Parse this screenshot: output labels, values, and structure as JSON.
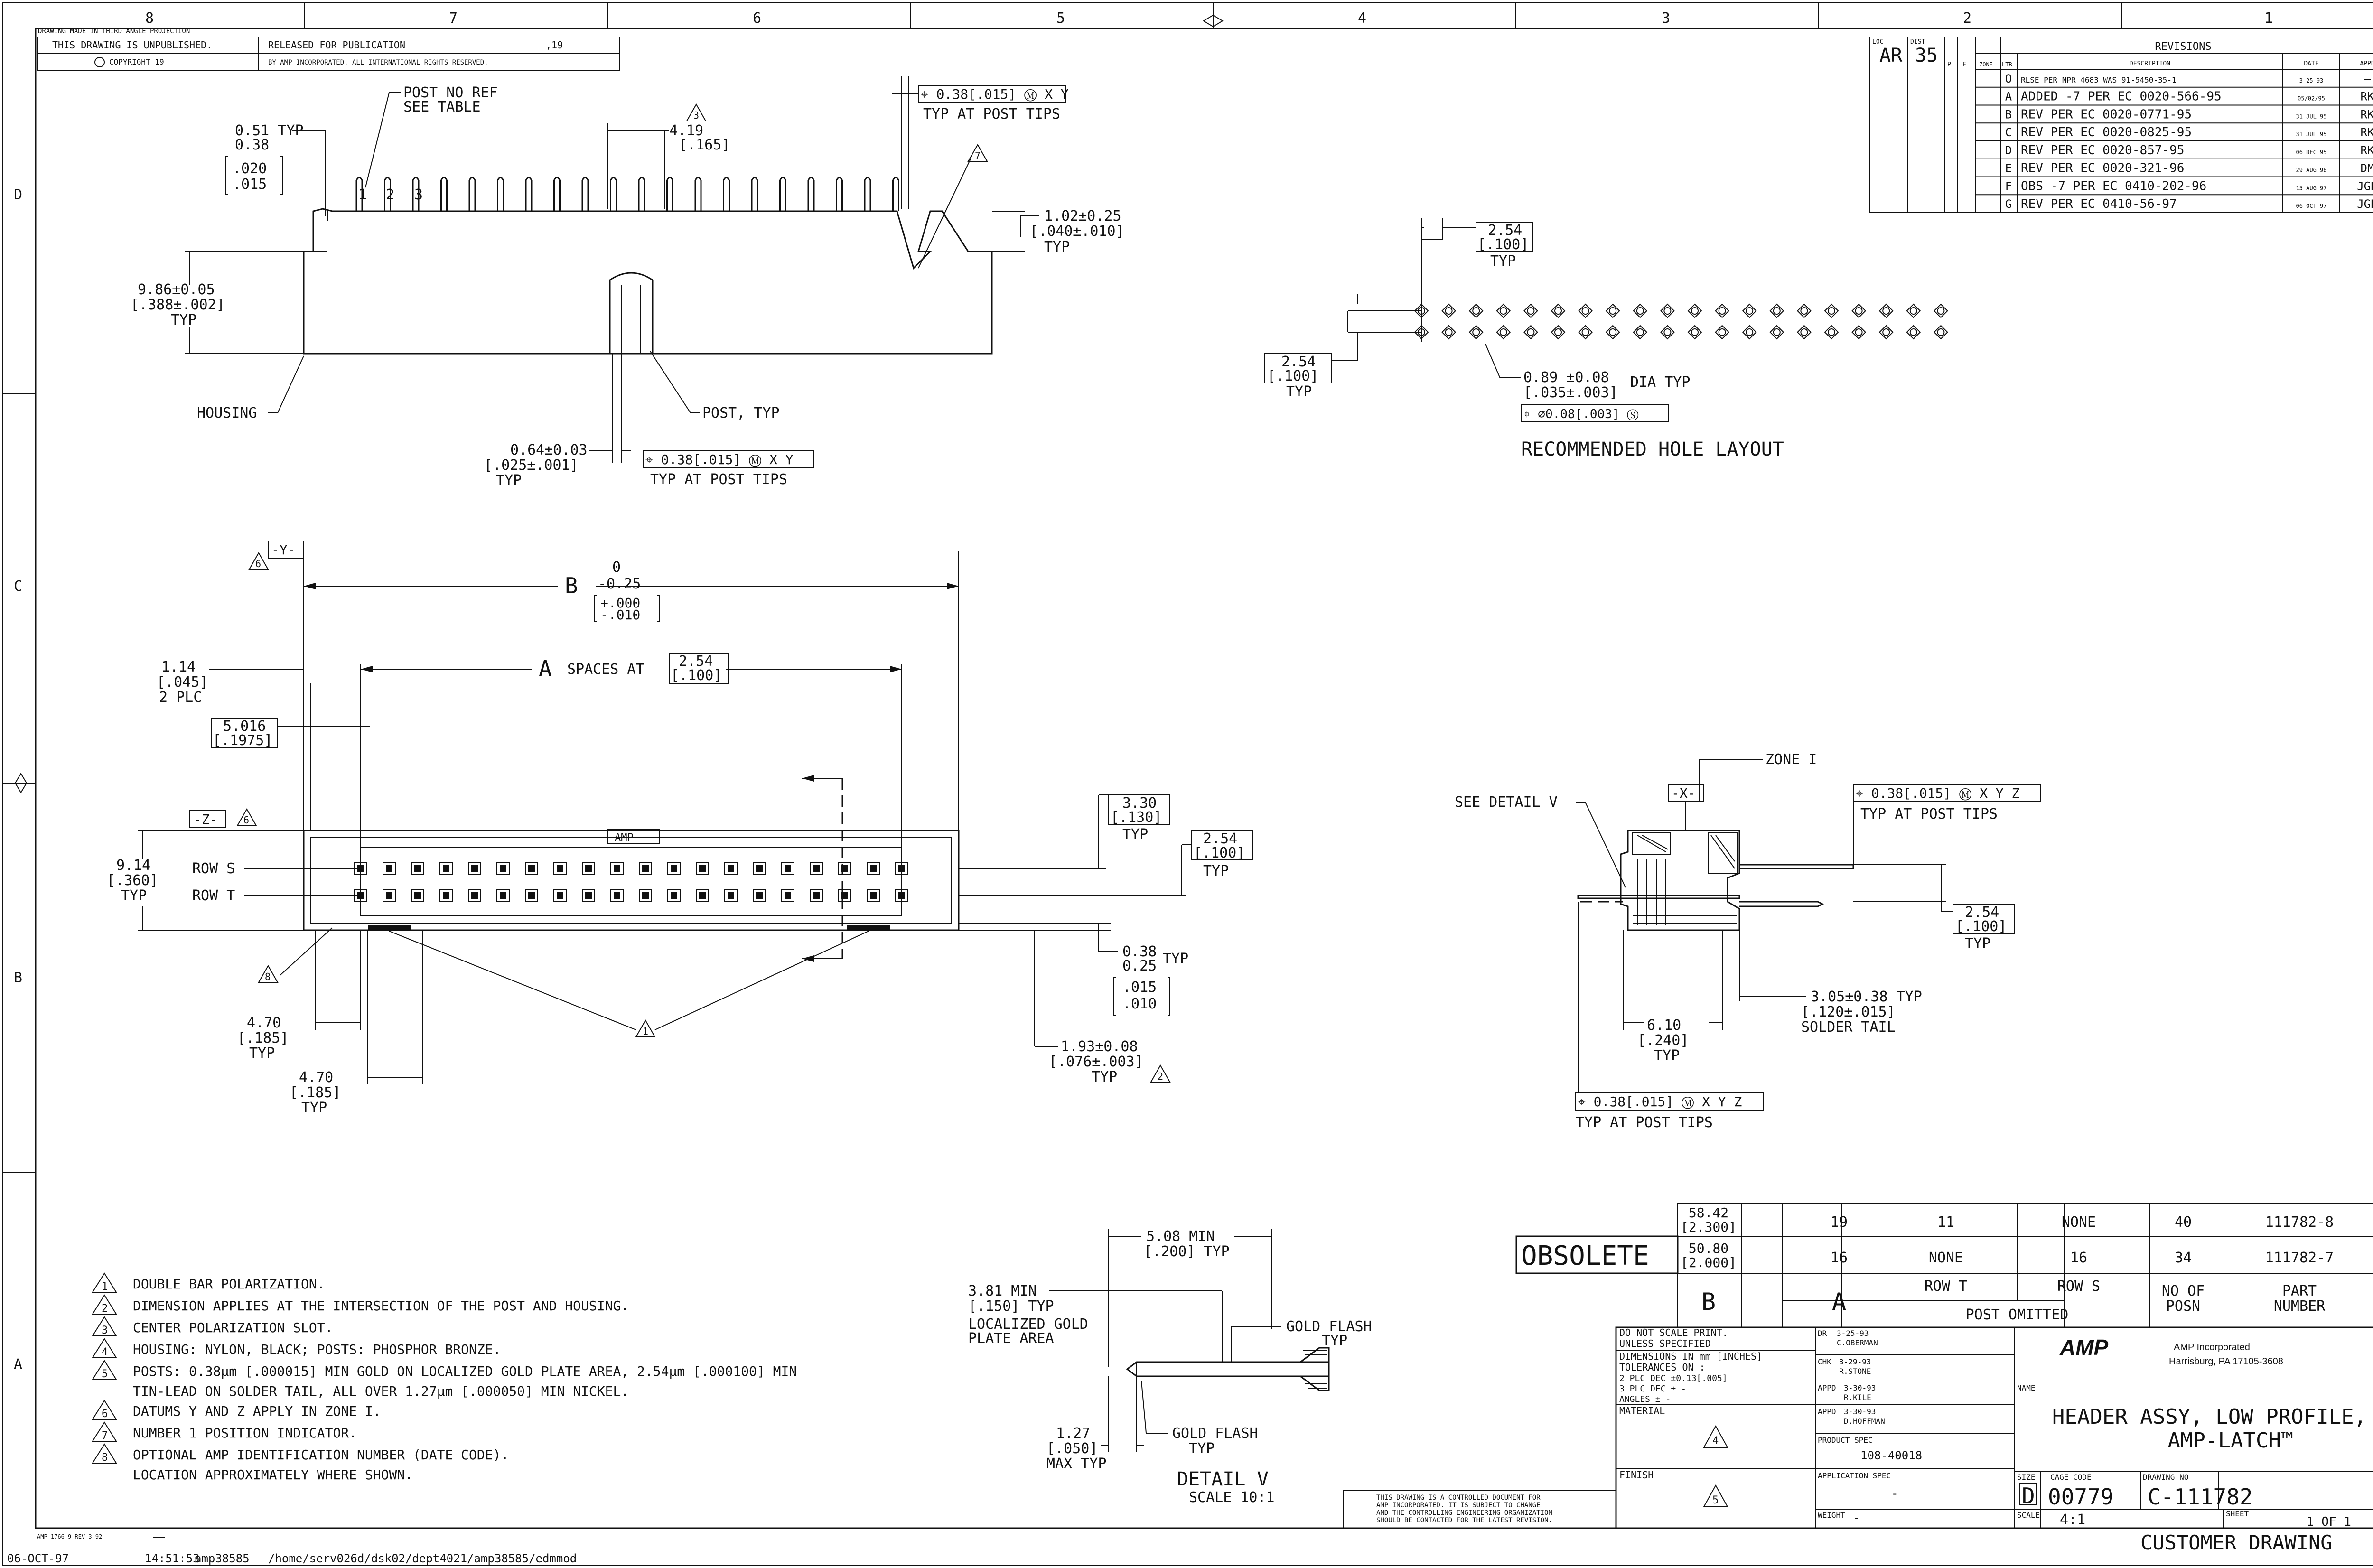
{
  "zones": {
    "top": [
      "8",
      "7",
      "6",
      "5",
      "4",
      "3",
      "2",
      "1"
    ],
    "side": [
      "D",
      "C",
      "B",
      "A"
    ]
  },
  "header": {
    "projection": "DRAWING MADE IN THIRD ANGLE PROJECTION",
    "unpublished": "THIS DRAWING IS UNPUBLISHED.",
    "copyright": "COPYRIGHT 19",
    "released": "RELEASED FOR PUBLICATION",
    "released_year": ",19",
    "rights": "BY AMP INCORPORATED.  ALL INTERNATIONAL RIGHTS RESERVED.",
    "loc_label": "LOC",
    "loc": "AR",
    "dist_label": "DIST",
    "dist": "35",
    "p_label": "P",
    "zone_label": "ZONE",
    "ltr_label": "LTR"
  },
  "revisions": {
    "title": "REVISIONS",
    "col_desc": "DESCRIPTION",
    "col_date": "DATE",
    "col_appd": "APPD",
    "rows": [
      {
        "ltr": "O",
        "desc": "RLSE PER NPR 4683 WAS 91-5450-35-1",
        "date": "3-25-93",
        "appd": "—"
      },
      {
        "ltr": "A",
        "desc": "ADDED -7 PER EC 0020-566-95",
        "date": "05/02/95",
        "appd": "RK"
      },
      {
        "ltr": "B",
        "desc": "REV PER EC 0020-0771-95",
        "date": "31 JUL 95",
        "appd": "RK"
      },
      {
        "ltr": "C",
        "desc": "REV PER EC 0020-0825-95",
        "date": "31 JUL 95",
        "appd": "RK"
      },
      {
        "ltr": "D",
        "desc": "REV PER EC 0020-857-95",
        "date": "06 DEC 95",
        "appd": "RK"
      },
      {
        "ltr": "E",
        "desc": "REV PER EC 0020-321-96",
        "date": "29 AUG 96",
        "appd": "DM"
      },
      {
        "ltr": "F",
        "desc": "OBS -7 PER EC 0410-202-96",
        "date": "15 AUG 97",
        "appd": "JGH"
      },
      {
        "ltr": "G",
        "desc": "REV PER EC 0410-56-97",
        "date": "06 OCT 97",
        "appd": "JGH"
      }
    ]
  },
  "top_view": {
    "post_no_ref": "POST NO REF",
    "see_table": "SEE TABLE",
    "pins": [
      "1",
      "2",
      "3"
    ],
    "d051": "0.51 TYP",
    "d038": "0.38",
    "d051_in": ".020",
    "d038_in": ".015",
    "d419": "4.19",
    "d419_in": "[.165]",
    "gdt": "⌖ 0.38[.015] Ⓜ X Y",
    "typ_tips": "TYP AT POST TIPS",
    "d102": "1.02±0.25",
    "d102_in": "[.040±.010]",
    "typ": "TYP",
    "d986": "9.86±0.05",
    "d986_in": "[.388±.002]",
    "housing": "HOUSING",
    "post_typ": "POST, TYP",
    "d064": "0.64±0.03",
    "d064_in": "[.025±.001]",
    "gdt2": "⌖ 0.38[.015] Ⓜ X Y",
    "typ_tips2": "TYP AT POST TIPS",
    "flag3": "3",
    "flag7": "7"
  },
  "hole_layout": {
    "title": "RECOMMENDED HOLE LAYOUT",
    "d254a": "2.54",
    "d254a_in": "[.100]",
    "d254b": "2.54",
    "d254b_in": "[.100]",
    "typ": "TYP",
    "dia": "0.89 ±0.08",
    "dia_in": "[.035±.003]",
    "dia_typ": "DIA TYP",
    "gdt": "⌖ ⌀0.08[.003] Ⓢ"
  },
  "front_view": {
    "datum_y": "-Y-",
    "datum_z": "-Z-",
    "flag6": "6",
    "flag8": "8",
    "flag1": "1",
    "flag2": "2",
    "b_label": "B",
    "b_tol": "0",
    "b_tol2": "-0.25",
    "b_tol_in1": "+.000",
    "b_tol_in2": "-.010",
    "a_label": "A",
    "spaces_at": "SPACES AT",
    "a_pitch": "2.54",
    "a_pitch_in": "[.100]",
    "d114": "1.14",
    "d114_in": "[.045]",
    "plc": "2 PLC",
    "d5016": "5.016",
    "d5016_in": "[.1975]",
    "d914": "9.14",
    "d914_in": "[.360]",
    "typ": "TYP",
    "row_s": "ROW S",
    "row_t": "ROW T",
    "amp_mark": "AMP",
    "d330": "3.30",
    "d330_in": "[.130]",
    "d254": "2.54",
    "d254_in": "[.100]",
    "d038": "0.38",
    "d025": "0.25",
    "d038_in": ".015",
    "d025_in": ".010",
    "d470a": "4.70",
    "d470a_in": "[.185]",
    "d470b": "4.70",
    "d470b_in": "[.185]",
    "d193": "1.93±0.08",
    "d193_in": "[.076±.003]"
  },
  "side_view": {
    "zone": "ZONE I",
    "see_detail": "SEE DETAIL V",
    "datum_x": "-X-",
    "gdt": "⌖ 0.38[.015] Ⓜ X Y Z",
    "typ_tips": "TYP AT POST TIPS",
    "d254": "2.54",
    "d254_in": "[.100]",
    "typ": "TYP",
    "d305": "3.05±0.38 TYP",
    "d305_in": "[.120±.015]",
    "solder_tail": "SOLDER TAIL",
    "d610": "6.10",
    "d610_in": "[.240]",
    "gdt2": "⌖ 0.38[.015] Ⓜ X Y Z",
    "typ_tips2": "TYP AT POST TIPS"
  },
  "detail_v": {
    "d508": "5.08 MIN",
    "d508_in": "[.200] TYP",
    "d381": "3.81 MIN",
    "d381_in": "[.150] TYP",
    "gold_area1": "LOCALIZED GOLD",
    "gold_area2": "PLATE AREA",
    "flash1": "GOLD FLASH",
    "flash1_typ": "TYP",
    "d127": "1.27",
    "d127_in": "[.050]",
    "max_typ": "MAX TYP",
    "flash2": "GOLD FLASH",
    "flash2_typ": "TYP",
    "title": "DETAIL V",
    "scale": "SCALE 10:1"
  },
  "notes": [
    {
      "n": "1",
      "text": "DOUBLE BAR POLARIZATION."
    },
    {
      "n": "2",
      "text": "DIMENSION APPLIES AT THE INTERSECTION OF THE POST AND HOUSING."
    },
    {
      "n": "3",
      "text": "CENTER POLARIZATION SLOT."
    },
    {
      "n": "4",
      "text": "HOUSING: NYLON, BLACK; POSTS: PHOSPHOR BRONZE."
    },
    {
      "n": "5",
      "text": "POSTS: 0.38µm [.000015] MIN GOLD ON LOCALIZED GOLD PLATE AREA, 2.54µm [.000100] MIN"
    },
    {
      "n": "",
      "text": "TIN-LEAD ON SOLDER TAIL, ALL OVER 1.27µm [.000050] MIN NICKEL."
    },
    {
      "n": "6",
      "text": "DATUMS Y AND Z APPLY IN ZONE I."
    },
    {
      "n": "7",
      "text": "NUMBER 1 POSITION INDICATOR."
    },
    {
      "n": "8",
      "text": "OPTIONAL AMP IDENTIFICATION NUMBER (DATE CODE)."
    },
    {
      "n": "",
      "text": "LOCATION APPROXIMATELY WHERE SHOWN."
    }
  ],
  "table": {
    "obsolete": "OBSOLETE",
    "rows": [
      {
        "b": "58.42",
        "b_in": "[2.300]",
        "a": "19",
        "row_t": "11",
        "row_s": "NONE",
        "posn": "40",
        "part": "111782-8"
      },
      {
        "b": "50.80",
        "b_in": "[2.000]",
        "a": "16",
        "row_t": "NONE",
        "row_s": "16",
        "posn": "34",
        "part": "111782-7"
      }
    ],
    "hdr_b": "B",
    "hdr_a": "A",
    "hdr_row_t": "ROW T",
    "hdr_row_s": "ROW S",
    "hdr_post_omitted": "POST OMITTED",
    "hdr_no_of": "NO OF",
    "hdr_posn": "POSN",
    "hdr_part": "PART",
    "hdr_number": "NUMBER"
  },
  "titleblock": {
    "tol1": "DO NOT SCALE PRINT.",
    "tol2": "UNLESS SPECIFIED",
    "tol3": "DIMENSIONS IN mm [INCHES]",
    "tol4": "TOLERANCES  ON :",
    "tol5": "2 PLC DEC ±0.13[.005]",
    "tol6": "3 PLC DEC ±  -",
    "tol7": "ANGLES     ±  -",
    "dr": "DR",
    "dr_date": "3-25-93",
    "dr_name": "C.OBERMAN",
    "chk": "CHK",
    "chk_date": "3-29-93",
    "chk_name": "R.STONE",
    "appd1": "APPD",
    "appd1_date": "3-30-93",
    "appd1_name": "R.KILE",
    "appd2": "APPD",
    "appd2_date": "3-30-93",
    "appd2_name": "D.HOFFMAN",
    "material": "MATERIAL",
    "material_flag": "4",
    "product_spec": "PRODUCT SPEC",
    "product_spec_val": "108-40018",
    "finish": "FINISH",
    "finish_flag": "5",
    "application_spec": "APPLICATION SPEC",
    "application_spec_val": "-",
    "weight": "WEIGHT",
    "weight_val": "-",
    "company_logo": "AMP",
    "company": "AMP Incorporated",
    "city": "Harrisburg, PA 17105-3608",
    "name_label": "NAME",
    "name1": "HEADER ASSY, LOW PROFILE,",
    "name2": "AMP-LATCH™",
    "size_label": "SIZE",
    "size": "D",
    "cage_label": "CAGE CODE",
    "cage": "00779",
    "dwg_label": "DRAWING NO",
    "dwg": "C-111782",
    "scale_label": "SCALE",
    "scale": "4:1",
    "sheet_label": "SHEET",
    "sheet": "1 OF 1",
    "controlled1": "THIS DRAWING IS A CONTROLLED DOCUMENT FOR",
    "controlled2": "AMP INCORPORATED. IT IS SUBJECT TO CHANGE",
    "controlled3": "AND THE CONTROLLING ENGINEERING ORGANIZATION",
    "controlled4": "SHOULD BE CONTACTED FOR THE LATEST REVISION.",
    "customer": "CUSTOMER DRAWING"
  },
  "footer": {
    "form": "AMP 1766-9 REV 3-92",
    "date": "06-OCT-97",
    "time": "14:51:53",
    "user": "amp38585",
    "path": "/home/serv026d/dsk02/dept4021/amp38585/edmmod"
  }
}
